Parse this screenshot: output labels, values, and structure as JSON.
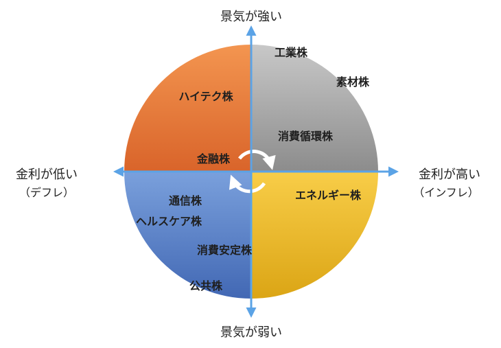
{
  "axis": {
    "top": "景気が強い",
    "bottom": "景気が弱い",
    "left": "金利が低い",
    "left_sub": "（デフレ）",
    "right": "金利が高い",
    "right_sub": "（インフレ）"
  },
  "quadrants": {
    "top_left": {
      "color": "#e8763a",
      "items": [
        "ハイテク株",
        "金融株"
      ]
    },
    "top_right": {
      "color": "#a6a6a6",
      "items": [
        "工業株",
        "素材株",
        "消費循環株"
      ]
    },
    "bottom_right": {
      "color": "#f2b830",
      "items": [
        "エネルギー株"
      ]
    },
    "bottom_left": {
      "color": "#5a80c8",
      "items": [
        "通信株",
        "ヘルスケア株",
        "消費安定株",
        "公共株"
      ]
    }
  },
  "colors": {
    "axis": "#5ba3e6",
    "cycle_arrow": "#ffffff"
  }
}
